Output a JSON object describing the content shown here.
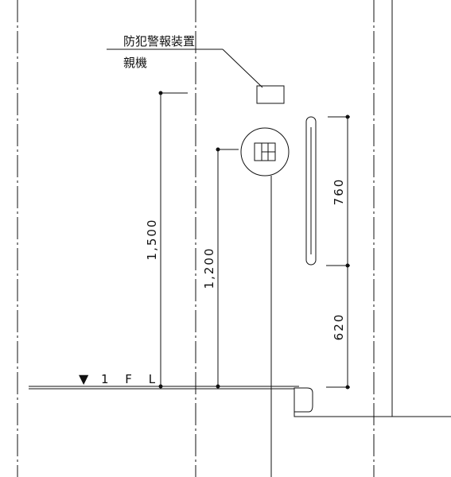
{
  "labels": {
    "device_title": "防犯警報装置",
    "device_sub": "親機",
    "floor_mark": "▼",
    "floor_level": "1 F L"
  },
  "dimensions": {
    "d1500": "1,500",
    "d1200": "1,200",
    "d760": "760",
    "d620": "620"
  },
  "colors": {
    "line": "#111111",
    "background": "#ffffff"
  }
}
